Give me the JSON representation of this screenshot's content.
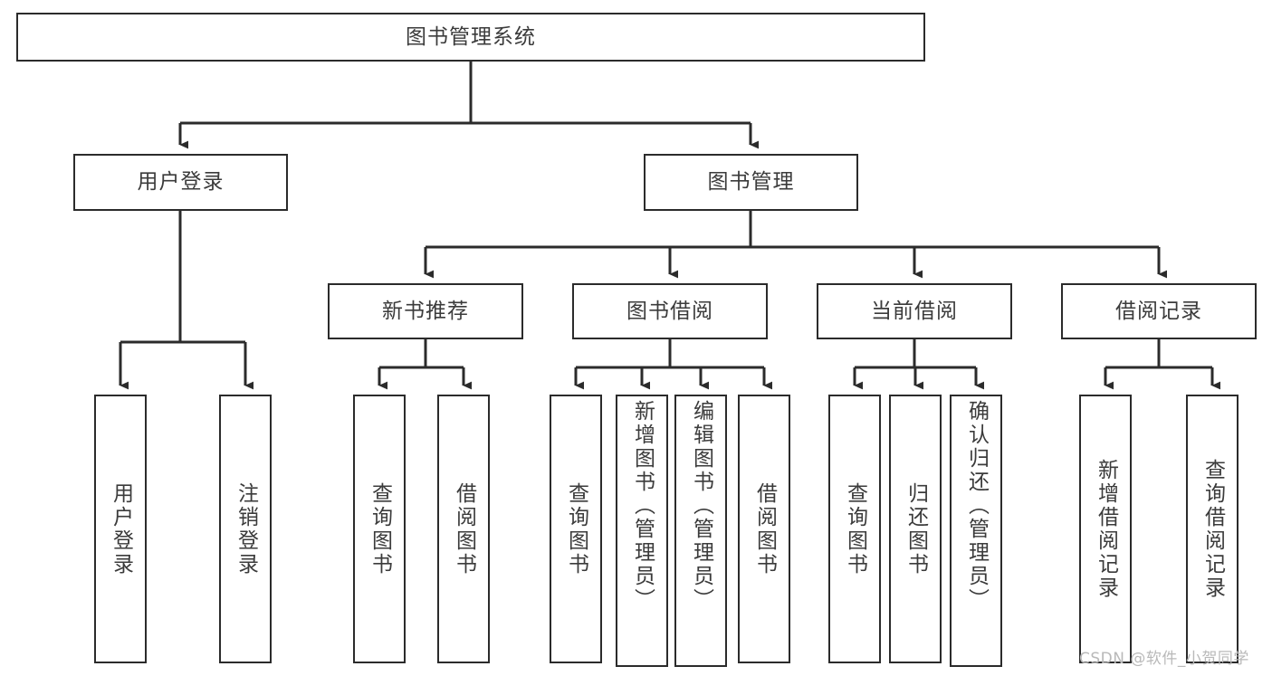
{
  "diagram": {
    "title": "图书管理系统",
    "type": "tree-hierarchy-chart",
    "orientation": "top-down",
    "style": {
      "box_border_color": "#2b2b2b",
      "box_fill_color": "#ffffff",
      "text_color": "#3b3b3b",
      "edge_color": "#2b2b2b",
      "background": "#ffffff"
    },
    "nodes": {
      "root": {
        "label": "图书管理系统"
      },
      "level2": [
        {
          "id": "user-login",
          "label": "用户登录"
        },
        {
          "id": "book-manage",
          "label": "图书管理"
        }
      ],
      "level3": [
        {
          "id": "new-book-rec",
          "label": "新书推荐"
        },
        {
          "id": "book-borrow",
          "label": "图书借阅"
        },
        {
          "id": "current-borrow",
          "label": "当前借阅"
        },
        {
          "id": "borrow-record",
          "label": "借阅记录"
        }
      ],
      "leaves": {
        "user_login": [
          {
            "id": "leaf-user-login",
            "label": "用户登录"
          },
          {
            "id": "leaf-logout",
            "label": "注销登录"
          }
        ],
        "new_book_rec": [
          {
            "id": "leaf-query-book-1",
            "label": "查询图书"
          },
          {
            "id": "leaf-borrow-book-1",
            "label": "借阅图书"
          }
        ],
        "book_borrow": [
          {
            "id": "leaf-query-book-2",
            "label": "查询图书"
          },
          {
            "id": "leaf-add-book",
            "label": "新增图书（管理员）"
          },
          {
            "id": "leaf-edit-book",
            "label": "编辑图书（管理员）"
          },
          {
            "id": "leaf-borrow-book-2",
            "label": "借阅图书"
          }
        ],
        "current_borrow": [
          {
            "id": "leaf-query-book-3",
            "label": "查询图书"
          },
          {
            "id": "leaf-return-book",
            "label": "归还图书"
          },
          {
            "id": "leaf-confirm-return",
            "label": "确认归还（管理员）"
          }
        ],
        "borrow_record": [
          {
            "id": "leaf-add-record",
            "label": "新增借阅记录"
          },
          {
            "id": "leaf-query-record",
            "label": "查询借阅记录"
          }
        ]
      }
    }
  },
  "watermark": {
    "text": "CSDN @软件_小贺同学"
  }
}
